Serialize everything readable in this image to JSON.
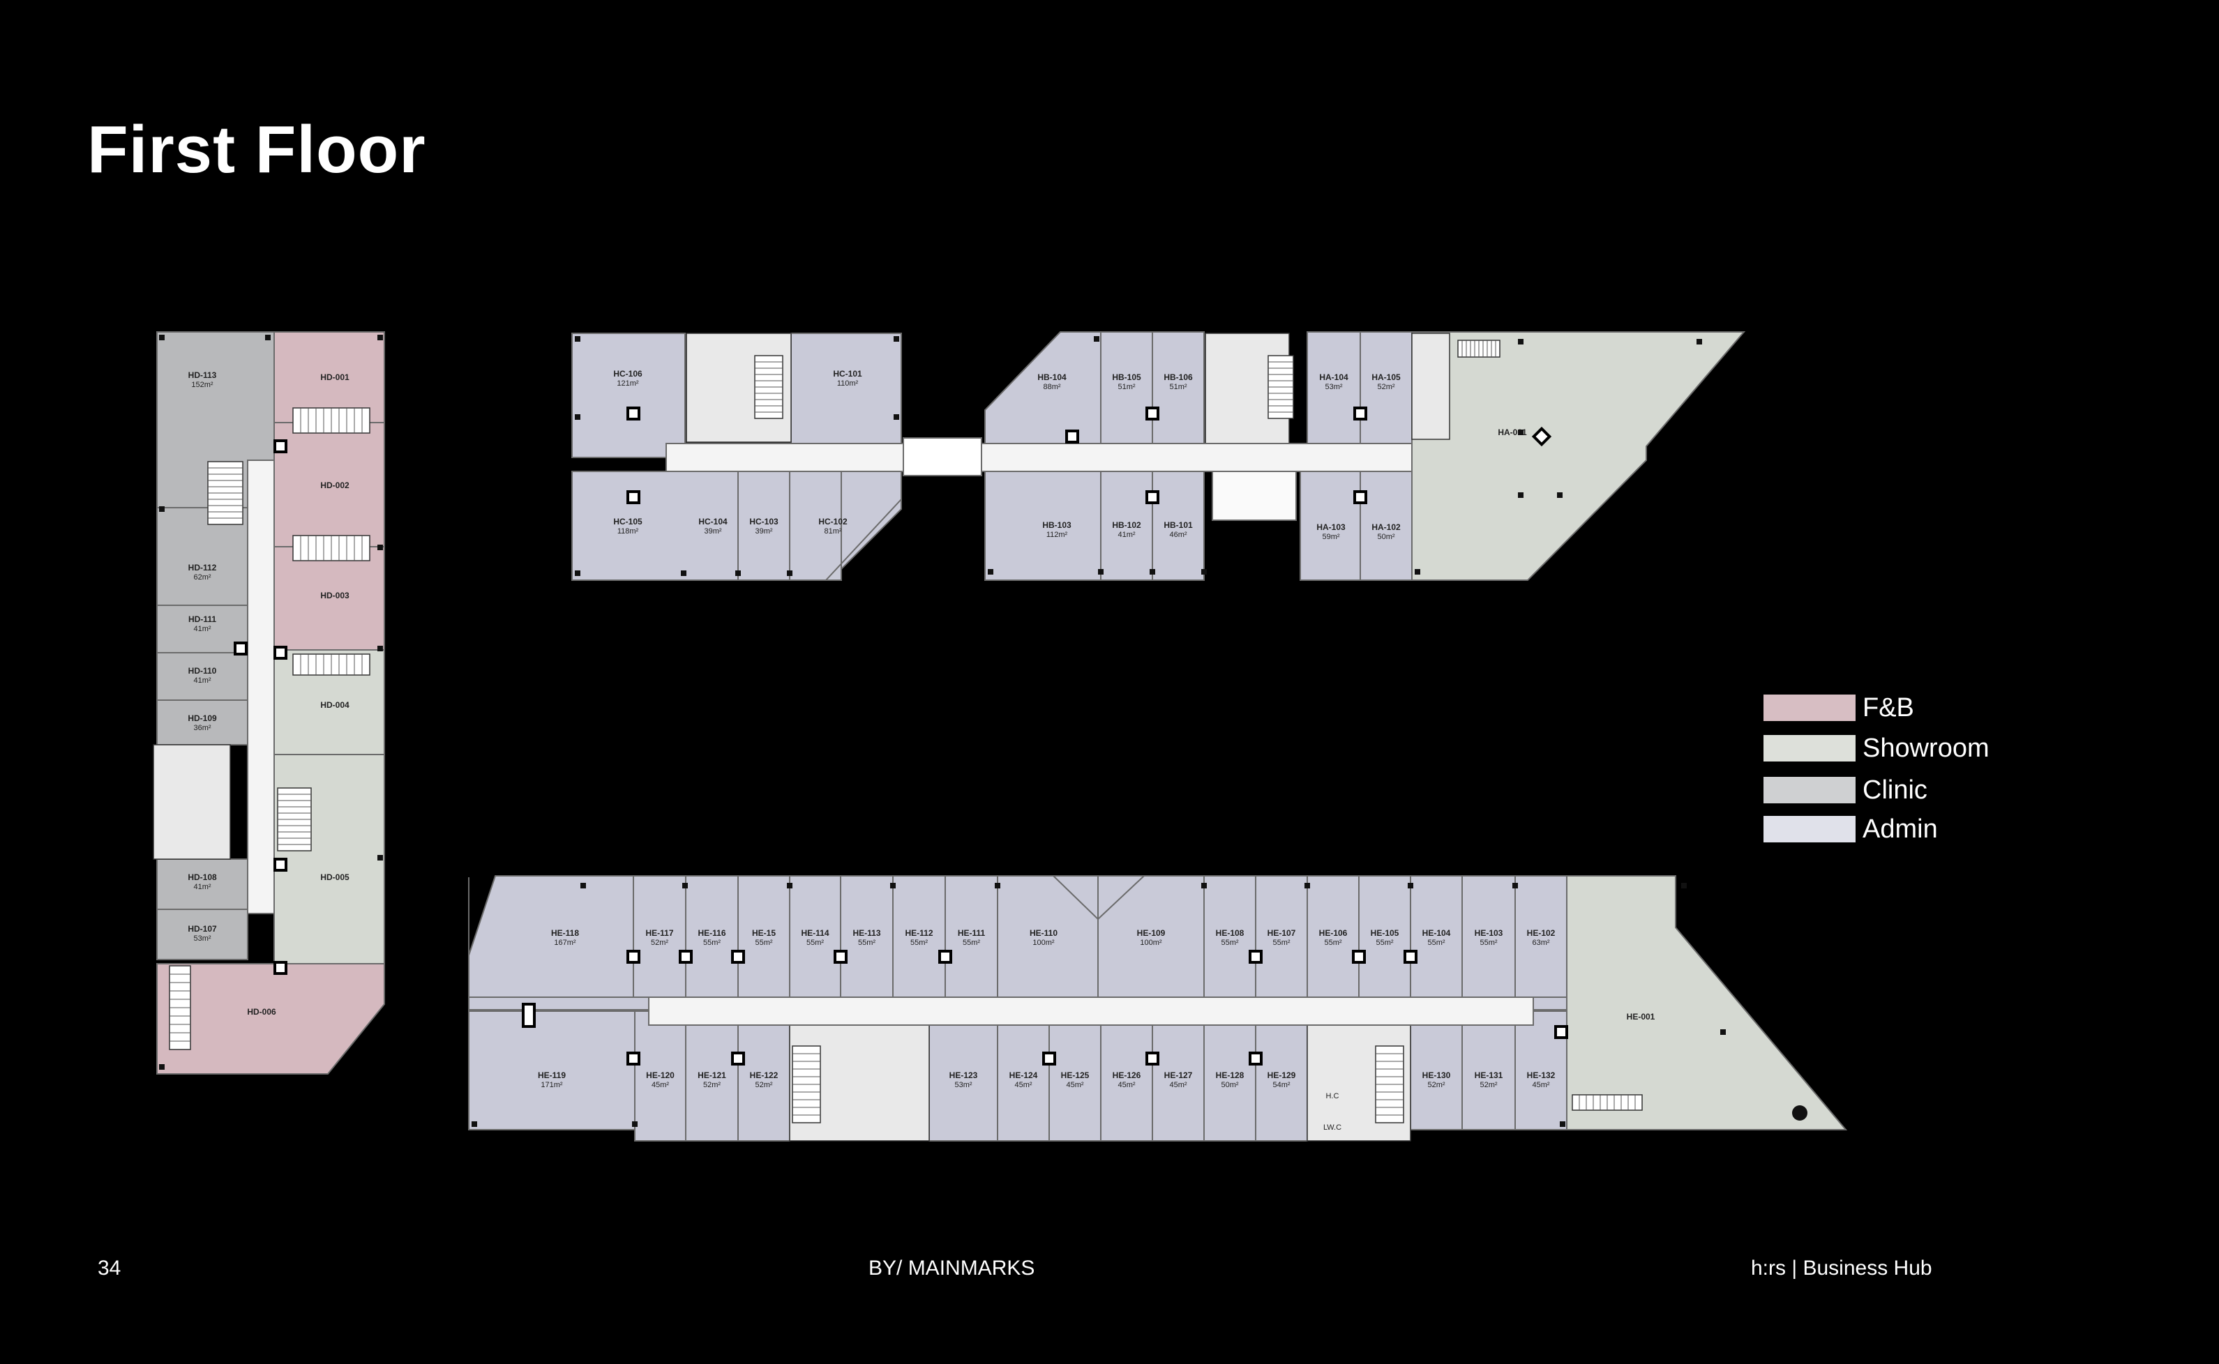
{
  "page": {
    "title": "First Floor",
    "page_number": "34",
    "byline": "BY/ MAINMARKS",
    "brand": "h:rs | Business Hub"
  },
  "legend": [
    {
      "label": "F&B",
      "color": "#d7bec3"
    },
    {
      "label": "Showroom",
      "color": "#dde0da"
    },
    {
      "label": "Clinic",
      "color": "#cfd0d2"
    },
    {
      "label": "Admin",
      "color": "#e0e1ea"
    }
  ],
  "colors": {
    "fnb": "#d5b9bf",
    "showroom": "#d5d9d2",
    "clinic": "#b8b9bb",
    "admin": "#c9cad8",
    "corridor": "#f4f4f4",
    "wall": "#6b6b6b",
    "service": "#e9e9e9"
  },
  "block_d": {
    "units": [
      {
        "id": "HD-113",
        "area": "152m²"
      },
      {
        "id": "HD-001",
        "area": ""
      },
      {
        "id": "HD-002",
        "area": ""
      },
      {
        "id": "HD-112",
        "area": "62m²"
      },
      {
        "id": "HD-003",
        "area": ""
      },
      {
        "id": "HD-111",
        "area": "41m²"
      },
      {
        "id": "HD-110",
        "area": "41m²"
      },
      {
        "id": "HD-004",
        "area": ""
      },
      {
        "id": "HD-109",
        "area": "36m²"
      },
      {
        "id": "HD-005",
        "area": ""
      },
      {
        "id": "HD-108",
        "area": "41m²"
      },
      {
        "id": "HD-107",
        "area": "53m²"
      },
      {
        "id": "HD-006",
        "area": ""
      }
    ]
  },
  "block_c": {
    "units": [
      {
        "id": "HC-106",
        "area": "121m²"
      },
      {
        "id": "HC-101",
        "area": "110m²"
      },
      {
        "id": "HC-105",
        "area": "118m²"
      },
      {
        "id": "HC-104",
        "area": "39m²"
      },
      {
        "id": "HC-103",
        "area": "39m²"
      },
      {
        "id": "HC-102",
        "area": "81m²"
      }
    ]
  },
  "block_b": {
    "units": [
      {
        "id": "HB-104",
        "area": "88m²"
      },
      {
        "id": "HB-105",
        "area": "51m²"
      },
      {
        "id": "HB-106",
        "area": "51m²"
      },
      {
        "id": "HB-103",
        "area": "112m²"
      },
      {
        "id": "HB-102",
        "area": "41m²"
      },
      {
        "id": "HB-101",
        "area": "46m²"
      }
    ]
  },
  "block_a": {
    "units": [
      {
        "id": "HA-104",
        "area": "53m²"
      },
      {
        "id": "HA-105",
        "area": "52m²"
      },
      {
        "id": "HA-001",
        "area": ""
      },
      {
        "id": "HA-103",
        "area": "59m²"
      },
      {
        "id": "HA-102",
        "area": "50m²"
      }
    ]
  },
  "block_e": {
    "top_units": [
      {
        "id": "HE-118",
        "area": "167m²"
      },
      {
        "id": "HE-117",
        "area": "52m²"
      },
      {
        "id": "HE-116",
        "area": "55m²"
      },
      {
        "id": "HE-15",
        "area": "55m²"
      },
      {
        "id": "HE-114",
        "area": "55m²"
      },
      {
        "id": "HE-113",
        "area": "55m²"
      },
      {
        "id": "HE-112",
        "area": "55m²"
      },
      {
        "id": "HE-111",
        "area": "55m²"
      },
      {
        "id": "HE-110",
        "area": "100m²"
      },
      {
        "id": "HE-109",
        "area": "100m²"
      },
      {
        "id": "HE-108",
        "area": "55m²"
      },
      {
        "id": "HE-107",
        "area": "55m²"
      },
      {
        "id": "HE-106",
        "area": "55m²"
      },
      {
        "id": "HE-105",
        "area": "55m²"
      },
      {
        "id": "HE-104",
        "area": "55m²"
      },
      {
        "id": "HE-103",
        "area": "55m²"
      },
      {
        "id": "HE-102",
        "area": "63m²"
      }
    ],
    "bottom_units": [
      {
        "id": "HE-119",
        "area": "171m²"
      },
      {
        "id": "HE-120",
        "area": "45m²"
      },
      {
        "id": "HE-121",
        "area": "52m²"
      },
      {
        "id": "HE-122",
        "area": "52m²"
      },
      {
        "id": "HE-123",
        "area": "53m²"
      },
      {
        "id": "HE-124",
        "area": "45m²"
      },
      {
        "id": "HE-125",
        "area": "45m²"
      },
      {
        "id": "HE-126",
        "area": "45m²"
      },
      {
        "id": "HE-127",
        "area": "45m²"
      },
      {
        "id": "HE-128",
        "area": "50m²"
      },
      {
        "id": "HE-129",
        "area": "54m²"
      },
      {
        "id": "HE-130",
        "area": "52m²"
      },
      {
        "id": "HE-131",
        "area": "52m²"
      },
      {
        "id": "HE-132",
        "area": "45m²"
      }
    ],
    "showroom": {
      "id": "HE-001",
      "area": ""
    },
    "service_labels": {
      "hc": "H.C",
      "lwc": "LW.C"
    }
  }
}
